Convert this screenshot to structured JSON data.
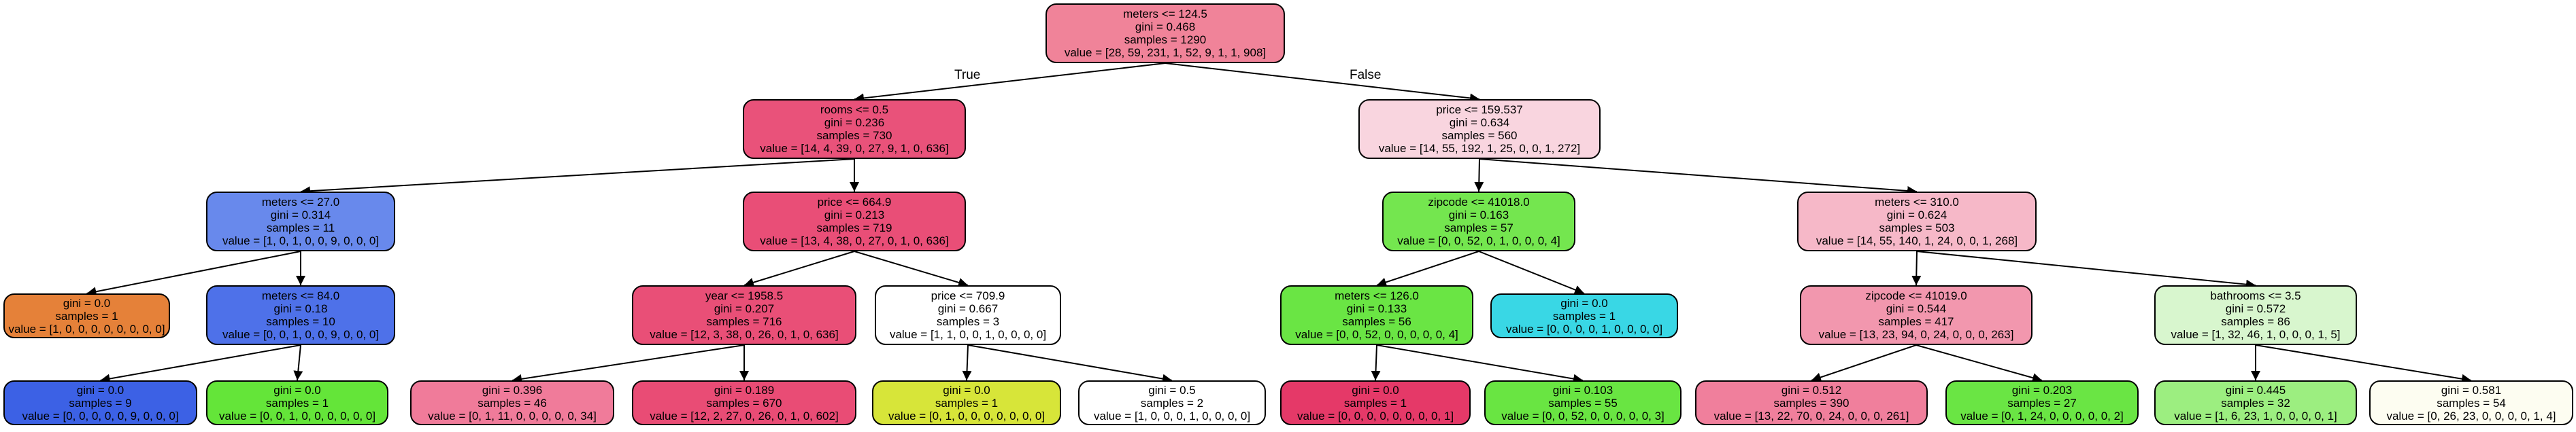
{
  "edge_labels": {
    "left": "True",
    "right": "False"
  },
  "nodes": [
    {
      "id": "root",
      "color": "#f08399",
      "lines": [
        "meters <= 124.5",
        "gini = 0.468",
        "samples = 1290",
        "value = [28, 59, 231, 1, 52, 9, 1, 1, 908]"
      ]
    },
    {
      "id": "n1",
      "color": "#e9527a",
      "lines": [
        "rooms <= 0.5",
        "gini = 0.236",
        "samples = 730",
        "value = [14, 4, 39, 0, 27, 9, 1, 0, 636]"
      ]
    },
    {
      "id": "n2",
      "color": "#f9d5df",
      "lines": [
        "price <= 159.537",
        "gini = 0.634",
        "samples = 560",
        "value = [14, 55, 192, 1, 25, 0, 0, 1, 272]"
      ]
    },
    {
      "id": "n3",
      "color": "#6889ec",
      "lines": [
        "meters <= 27.0",
        "gini = 0.314",
        "samples = 11",
        "value = [1, 0, 1, 0, 0, 9, 0, 0, 0]"
      ]
    },
    {
      "id": "n4",
      "color": "#e94e77",
      "lines": [
        "price <= 664.9",
        "gini = 0.213",
        "samples = 719",
        "value = [13, 4, 38, 0, 27, 0, 1, 0, 636]"
      ]
    },
    {
      "id": "n5",
      "color": "#74e64f",
      "lines": [
        "zipcode <= 41018.0",
        "gini = 0.163",
        "samples = 57",
        "value = [0, 0, 52, 0, 1, 0, 0, 0, 4]"
      ]
    },
    {
      "id": "n6",
      "color": "#f6b8c8",
      "lines": [
        "meters <= 310.0",
        "gini = 0.624",
        "samples = 503",
        "value = [14, 55, 140, 1, 24, 0, 0, 1, 268]"
      ]
    },
    {
      "id": "n7",
      "color": "#e58139",
      "lines": [
        "gini = 0.0",
        "samples = 1",
        "value = [1, 0, 0, 0, 0, 0, 0, 0, 0]"
      ]
    },
    {
      "id": "n8",
      "color": "#4e71e9",
      "lines": [
        "meters <= 84.0",
        "gini = 0.18",
        "samples = 10",
        "value = [0, 0, 1, 0, 0, 9, 0, 0, 0]"
      ]
    },
    {
      "id": "n9",
      "color": "#e94f77",
      "lines": [
        "year <= 1958.5",
        "gini = 0.207",
        "samples = 716",
        "value = [12, 3, 38, 0, 26, 0, 1, 0, 636]"
      ]
    },
    {
      "id": "n10",
      "color": "#ffffff",
      "lines": [
        "price <= 709.9",
        "gini = 0.667",
        "samples = 3",
        "value = [1, 1, 0, 0, 1, 0, 0, 0, 0]"
      ]
    },
    {
      "id": "n11",
      "color": "#6ae544",
      "lines": [
        "meters <= 126.0",
        "gini = 0.133",
        "samples = 56",
        "value = [0, 0, 52, 0, 0, 0, 0, 0, 4]"
      ]
    },
    {
      "id": "n12",
      "color": "#39d7e5",
      "lines": [
        "gini = 0.0",
        "samples = 1",
        "value = [0, 0, 0, 0, 1, 0, 0, 0, 0]"
      ]
    },
    {
      "id": "n13",
      "color": "#f297ae",
      "lines": [
        "zipcode <= 41019.0",
        "gini = 0.544",
        "samples = 417",
        "value = [13, 23, 94, 0, 24, 0, 0, 0, 263]"
      ]
    },
    {
      "id": "n14",
      "color": "#d8f6ce",
      "lines": [
        "bathrooms <= 3.5",
        "gini = 0.572",
        "samples = 86",
        "value = [1, 32, 46, 1, 0, 0, 0, 1, 5]"
      ]
    },
    {
      "id": "n15",
      "color": "#3c61e5",
      "lines": [
        "gini = 0.0",
        "samples = 9",
        "value = [0, 0, 0, 0, 0, 9, 0, 0, 0]"
      ]
    },
    {
      "id": "n16",
      "color": "#64e539",
      "lines": [
        "gini = 0.0",
        "samples = 1",
        "value = [0, 0, 1, 0, 0, 0, 0, 0, 0]"
      ]
    },
    {
      "id": "n17",
      "color": "#f07b9a",
      "lines": [
        "gini = 0.396",
        "samples = 46",
        "value = [0, 1, 11, 0, 0, 0, 0, 0, 34]"
      ]
    },
    {
      "id": "n18",
      "color": "#e94c75",
      "lines": [
        "gini = 0.189",
        "samples = 670",
        "value = [12, 2, 27, 0, 26, 0, 1, 0, 602]"
      ]
    },
    {
      "id": "n19",
      "color": "#d7e539",
      "lines": [
        "gini = 0.0",
        "samples = 1",
        "value = [0, 1, 0, 0, 0, 0, 0, 0, 0]"
      ]
    },
    {
      "id": "n20",
      "color": "#ffffff",
      "lines": [
        "gini = 0.5",
        "samples = 2",
        "value = [1, 0, 0, 0, 1, 0, 0, 0, 0]"
      ]
    },
    {
      "id": "n21",
      "color": "#e53968",
      "lines": [
        "gini = 0.0",
        "samples = 1",
        "value = [0, 0, 0, 0, 0, 0, 0, 0, 1]"
      ]
    },
    {
      "id": "n22",
      "color": "#69e542",
      "lines": [
        "gini = 0.103",
        "samples = 55",
        "value = [0, 0, 52, 0, 0, 0, 0, 0, 3]"
      ]
    },
    {
      "id": "n23",
      "color": "#f07f9c",
      "lines": [
        "gini = 0.512",
        "samples = 390",
        "value = [13, 22, 70, 0, 24, 0, 0, 0, 261]"
      ]
    },
    {
      "id": "n24",
      "color": "#6ae544",
      "lines": [
        "gini = 0.203",
        "samples = 27",
        "value = [0, 1, 24, 0, 0, 0, 0, 0, 2]"
      ]
    },
    {
      "id": "n25",
      "color": "#9cee80",
      "lines": [
        "gini = 0.445",
        "samples = 32",
        "value = [1, 6, 23, 1, 0, 0, 0, 0, 1]"
      ]
    },
    {
      "id": "n26",
      "color": "#fdfdf1",
      "lines": [
        "gini = 0.581",
        "samples = 54",
        "value = [0, 26, 23, 0, 0, 0, 0, 1, 4]"
      ]
    }
  ],
  "edges": [
    [
      "root",
      "n1"
    ],
    [
      "root",
      "n2"
    ],
    [
      "n1",
      "n3"
    ],
    [
      "n1",
      "n4"
    ],
    [
      "n2",
      "n5"
    ],
    [
      "n2",
      "n6"
    ],
    [
      "n3",
      "n7"
    ],
    [
      "n3",
      "n8"
    ],
    [
      "n4",
      "n9"
    ],
    [
      "n4",
      "n10"
    ],
    [
      "n5",
      "n11"
    ],
    [
      "n5",
      "n12"
    ],
    [
      "n6",
      "n13"
    ],
    [
      "n6",
      "n14"
    ],
    [
      "n8",
      "n15"
    ],
    [
      "n8",
      "n16"
    ],
    [
      "n9",
      "n17"
    ],
    [
      "n9",
      "n18"
    ],
    [
      "n10",
      "n19"
    ],
    [
      "n10",
      "n20"
    ],
    [
      "n11",
      "n21"
    ],
    [
      "n11",
      "n22"
    ],
    [
      "n13",
      "n23"
    ],
    [
      "n13",
      "n24"
    ],
    [
      "n14",
      "n25"
    ],
    [
      "n14",
      "n26"
    ]
  ]
}
